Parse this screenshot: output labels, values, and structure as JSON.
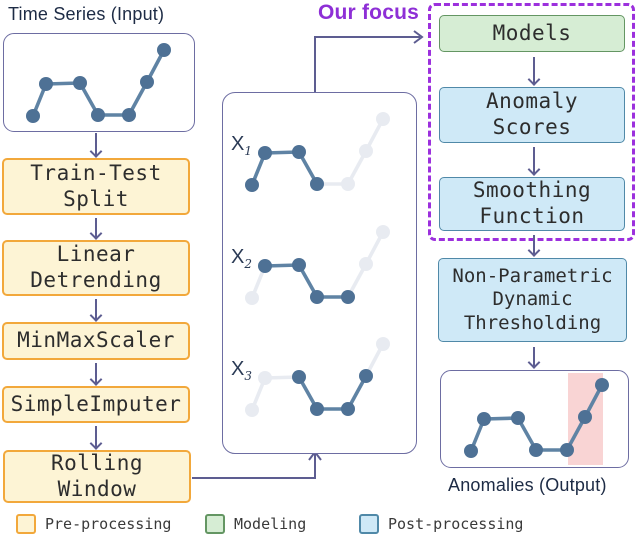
{
  "header": {
    "input_title": "Time Series (Input)",
    "focus_label": "Our focus"
  },
  "pipeline": {
    "steps": [
      {
        "label": "Train-Test\nSplit"
      },
      {
        "label": "Linear\nDetrending"
      },
      {
        "label": "MinMaxScaler"
      },
      {
        "label": "SimpleImputer"
      },
      {
        "label": "Rolling\nWindow"
      }
    ]
  },
  "focus_box": {
    "models_label": "Models",
    "anomaly_scores_label": "Anomaly\nScores",
    "smoothing_label": "Smoothing\nFunction"
  },
  "post_processing": {
    "thresholding_label": "Non-Parametric\nDynamic\nThresholding",
    "output_title": "Anomalies (Output)"
  },
  "windows_panel": {
    "items": [
      {
        "label": "X",
        "sub": "1"
      },
      {
        "label": "X",
        "sub": "2"
      },
      {
        "label": "X",
        "sub": "3"
      }
    ]
  },
  "legend": [
    {
      "label": "Pre-processing",
      "fill": "#fdf4d5",
      "border": "#f2a83b"
    },
    {
      "label": "Modeling",
      "fill": "#d6edd4",
      "border": "#649663"
    },
    {
      "label": "Post-processing",
      "fill": "#cfe9f7",
      "border": "#5089a8"
    }
  ],
  "colors": {
    "accent_purple": "#8e2fd6",
    "dashed_border": "#9c30dd",
    "arrow": "#5d5d91",
    "frame_border": "#6d6da2",
    "series_point": "#4e7195",
    "series_line": "#5f83a4",
    "series_faded": "#e8ebf1",
    "anomaly_band": "#f9d4d4"
  },
  "chart_data": {
    "type": "line",
    "title": "Stylized 7-point time series used across diagram panels",
    "points": [
      [
        9,
        75
      ],
      [
        22,
        43
      ],
      [
        56,
        42
      ],
      [
        74,
        74
      ],
      [
        105,
        74
      ],
      [
        123,
        41
      ],
      [
        140,
        9
      ]
    ],
    "renders": {
      "input": {
        "window": [
          0,
          6
        ]
      },
      "w0": {
        "window": [
          0,
          3
        ]
      },
      "w1": {
        "window": [
          1,
          4
        ]
      },
      "w2": {
        "window": [
          2,
          5
        ]
      },
      "output": {
        "window": [
          0,
          6
        ]
      }
    },
    "anomaly_band_point_indices": [
      5,
      6
    ]
  }
}
